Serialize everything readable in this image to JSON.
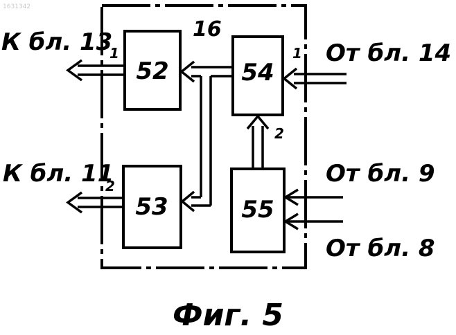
{
  "watermark": "1631342",
  "block_number": "16",
  "blocks": {
    "b52": "52",
    "b53": "53",
    "b54": "54",
    "b55": "55"
  },
  "port_labels": {
    "out_52": "1",
    "out_53": "2",
    "in_54": "1",
    "link_55_54": "2"
  },
  "external": {
    "to_13": "К бл. 13",
    "to_11": "К бл. 11",
    "from_14": "От бл. 14",
    "from_9": "От бл. 9",
    "from_8": "От бл. 8"
  },
  "caption": "Фиг. 5"
}
